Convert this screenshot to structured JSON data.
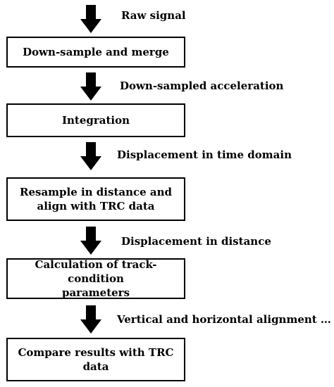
{
  "boxes": [
    {
      "lines": [
        "Down-sample and merge"
      ]
    },
    {
      "lines": [
        "Integration"
      ]
    },
    {
      "lines": [
        "Resample in distance and",
        "align with TRC data"
      ]
    },
    {
      "lines": [
        "Calculation of track-condition",
        "parameters"
      ]
    },
    {
      "lines": [
        "Compare results with TRC",
        "data"
      ]
    }
  ],
  "arrows": [
    {
      "label": "Raw signal"
    },
    {
      "label": "Down-sampled acceleration"
    },
    {
      "label": "Displacement in time domain"
    },
    {
      "label": "Displacement in distance"
    },
    {
      "label": "Vertical and horizontal alignment …"
    }
  ]
}
